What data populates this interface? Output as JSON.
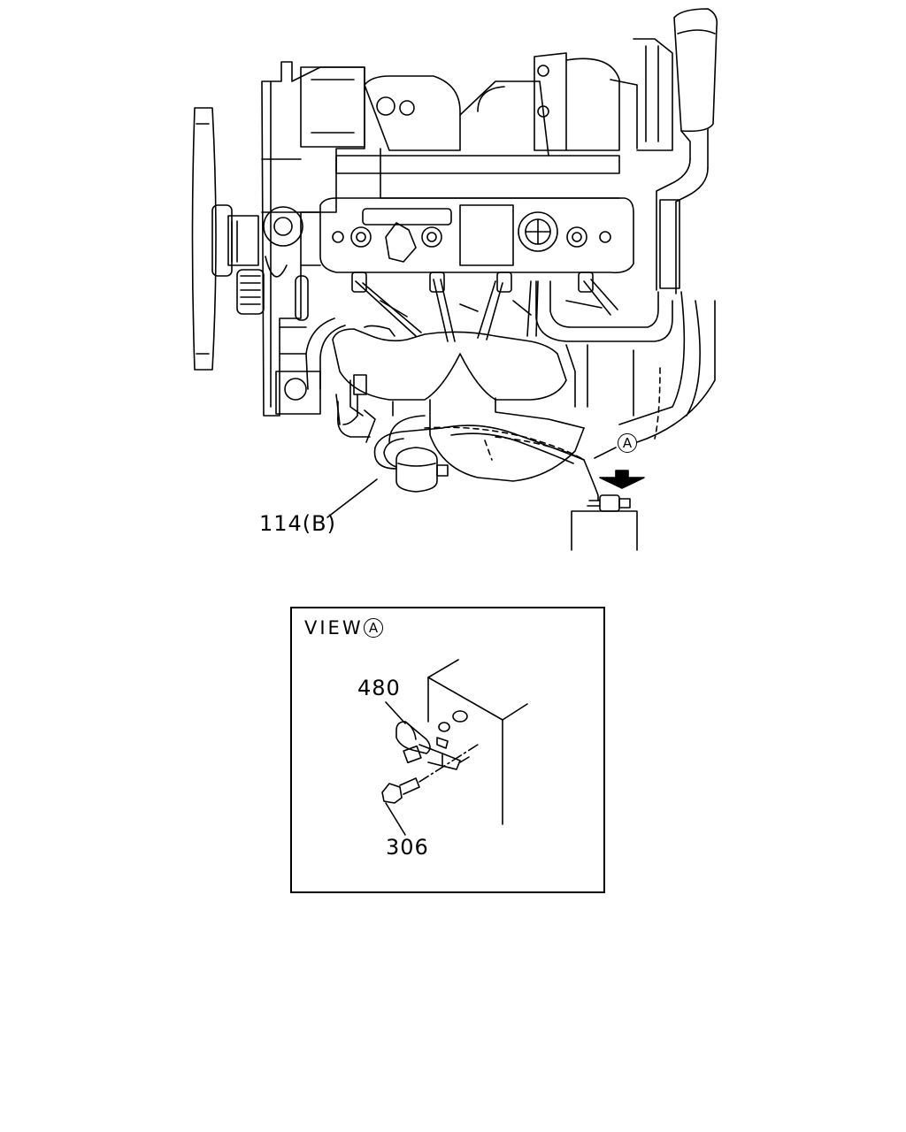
{
  "callouts": {
    "part_114": "114(B)",
    "view_word": "VIEW",
    "view_letter": "A",
    "marker_letter": "A",
    "part_480": "480",
    "part_306": "306"
  }
}
